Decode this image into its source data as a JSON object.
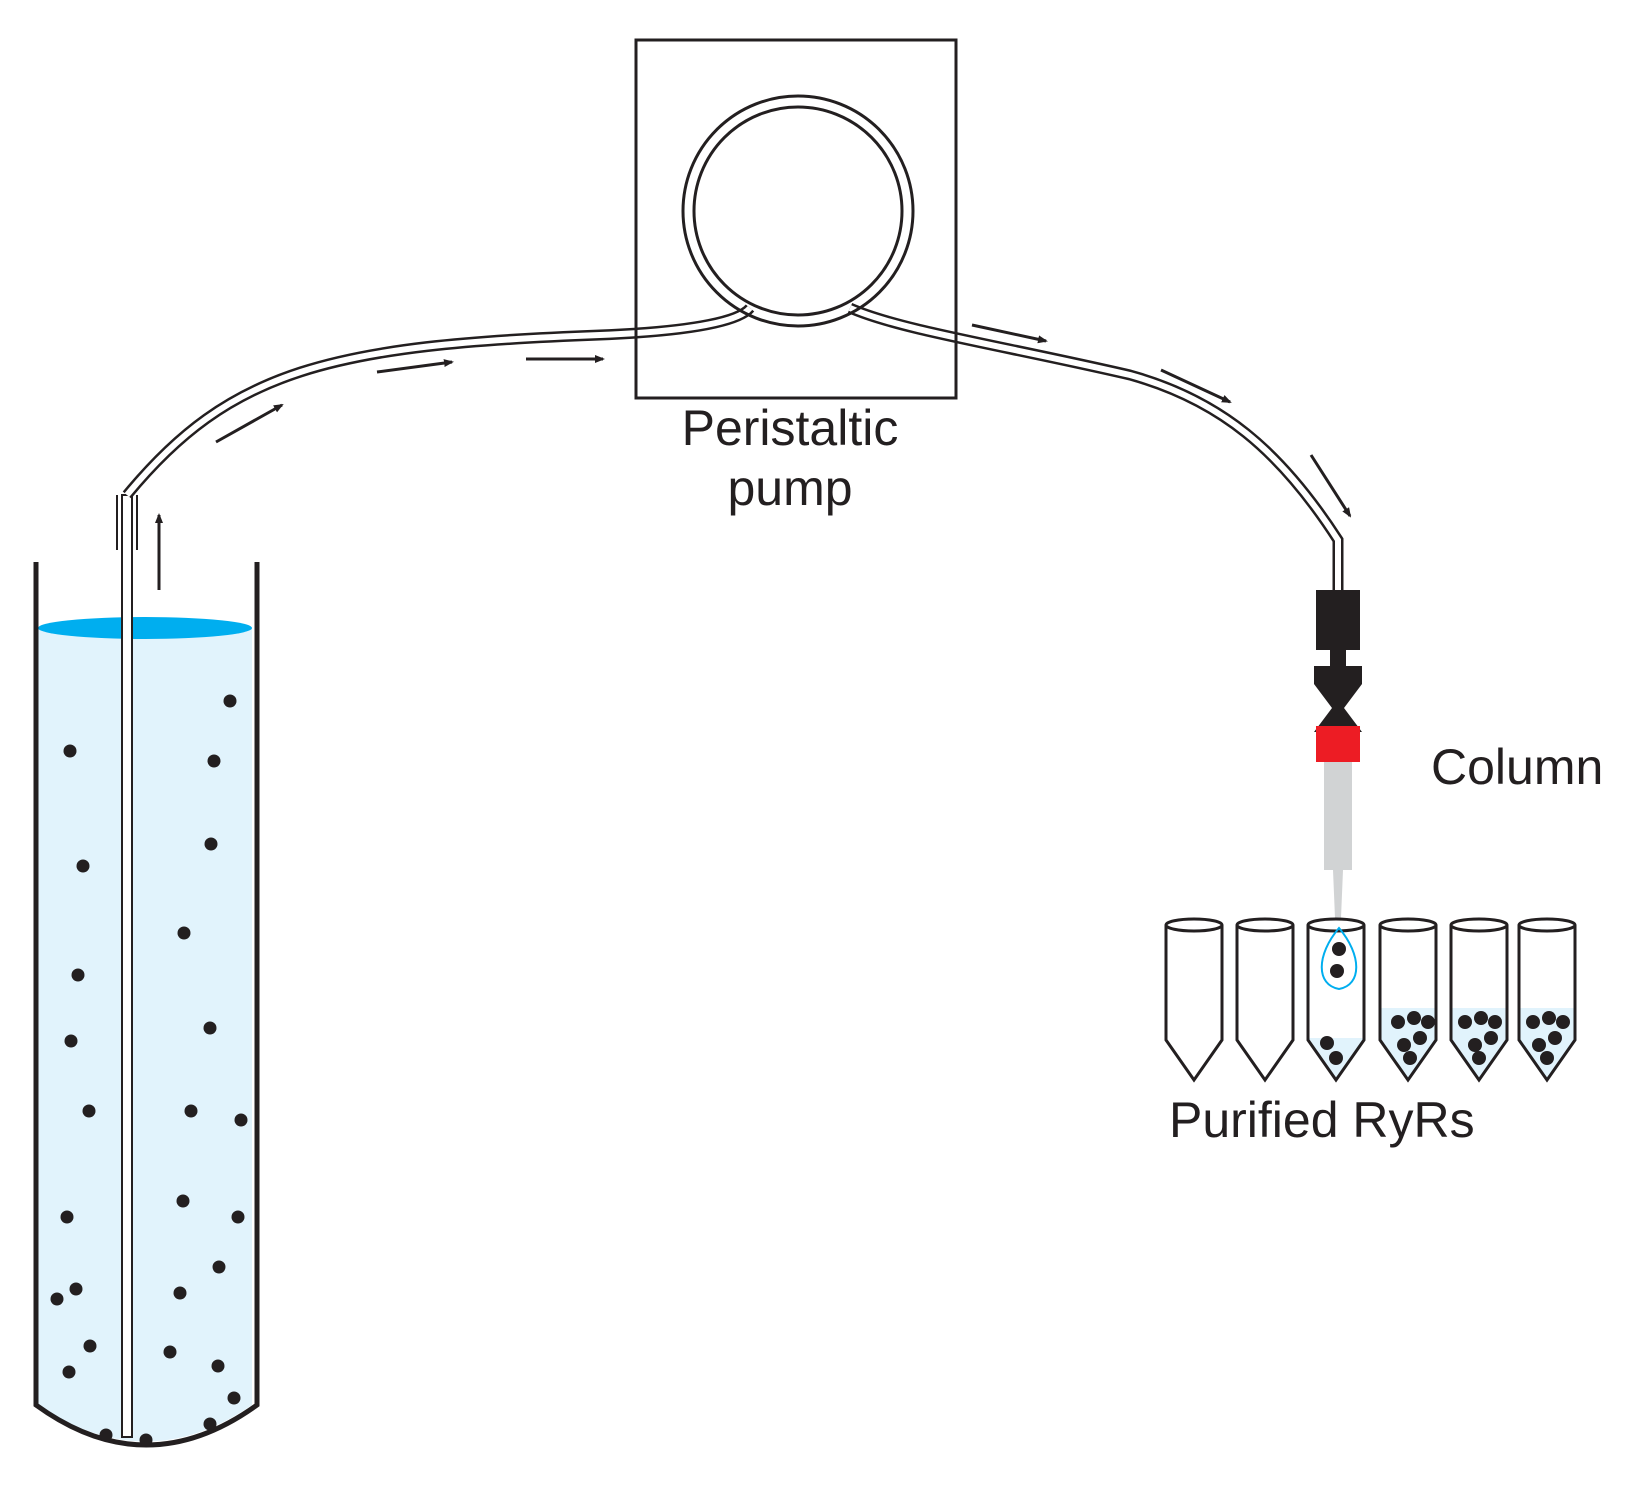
{
  "labels": {
    "pump_line1": "Peristaltic",
    "pump_line2": "pump",
    "column": "Column",
    "tubes": "Purified RyRs"
  },
  "colors": {
    "ink": "#231f20",
    "liquid_fill": "#e1f3fc",
    "liquid_surface": "#00aeef",
    "column_cap": "#231f20",
    "column_frit": "#ed1c24",
    "column_body": "#d1d3d4",
    "drop_outline": "#00aeef"
  },
  "icons": {
    "flow_arrow": "arrow-icon",
    "particle": "dot-icon"
  },
  "fractions": {
    "tube_count": 6,
    "particles_per_tube": [
      0,
      0,
      2,
      6,
      6,
      6
    ],
    "drop_particles": 2
  }
}
